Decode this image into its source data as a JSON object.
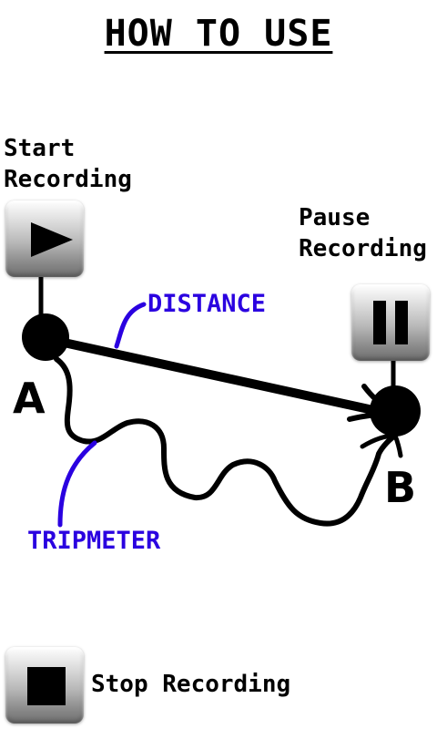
{
  "title": "HOW TO USE",
  "start": {
    "line1": "Start",
    "line2": "Recording"
  },
  "pause": {
    "line1": "Pause",
    "line2": "Recording"
  },
  "stop": {
    "label": "Stop Recording"
  },
  "annotations": {
    "distance": "DISTANCE",
    "tripmeter": "TRIPMETER"
  },
  "points": {
    "a": "A",
    "b": "B"
  },
  "colors": {
    "annotation": "#2a00e0",
    "ink": "#000000"
  },
  "icons": {
    "play": "play-icon",
    "pause": "pause-icon",
    "stop": "stop-icon"
  }
}
